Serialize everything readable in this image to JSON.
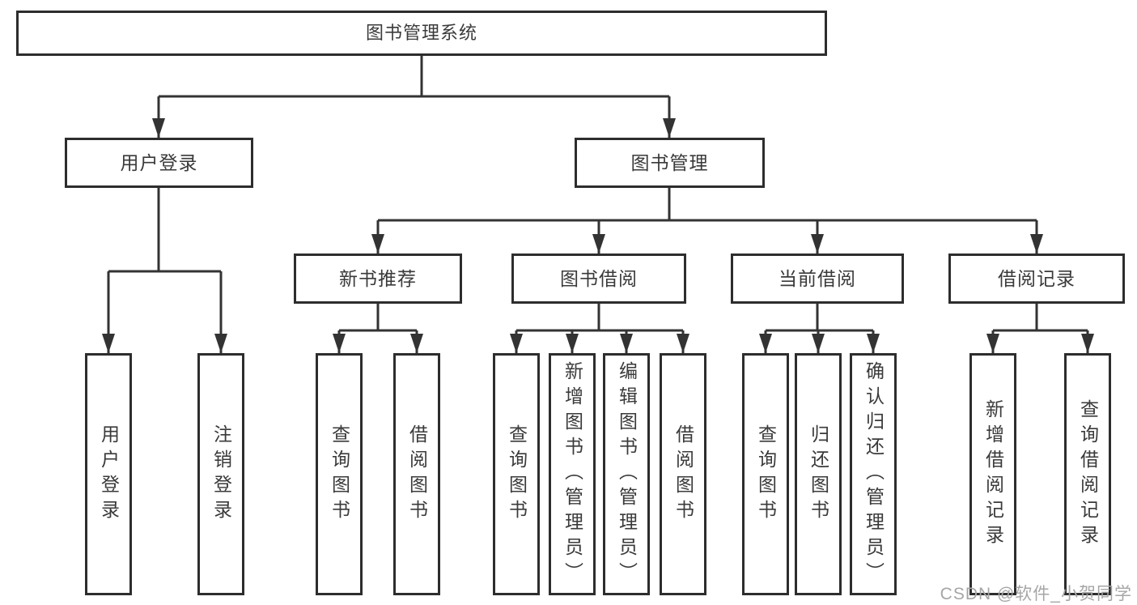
{
  "diagram": {
    "type": "hierarchy-tree",
    "root": {
      "label": "图书管理系统",
      "children": [
        {
          "label": "用户登录",
          "children": [
            {
              "label": "用户登录"
            },
            {
              "label": "注销登录"
            }
          ]
        },
        {
          "label": "图书管理",
          "children": [
            {
              "label": "新书推荐",
              "children": [
                {
                  "label": "查询图书"
                },
                {
                  "label": "借阅图书"
                }
              ]
            },
            {
              "label": "图书借阅",
              "children": [
                {
                  "label": "查询图书"
                },
                {
                  "label": "新增图书（管理员）"
                },
                {
                  "label": "编辑图书（管理员）"
                },
                {
                  "label": "借阅图书"
                }
              ]
            },
            {
              "label": "当前借阅",
              "children": [
                {
                  "label": "查询图书"
                },
                {
                  "label": "归还图书"
                },
                {
                  "label": "确认归还（管理员）"
                }
              ]
            },
            {
              "label": "借阅记录",
              "children": [
                {
                  "label": "新增借阅记录"
                },
                {
                  "label": "查询借阅记录"
                }
              ]
            }
          ]
        }
      ]
    }
  },
  "watermark": {
    "text": "CSDN @软件_小贺同学"
  },
  "colors": {
    "line": "#333333",
    "box_border": "#2d2d2d",
    "text": "#3a3a3a",
    "watermark": "#a6a6a6",
    "background": "#ffffff"
  }
}
